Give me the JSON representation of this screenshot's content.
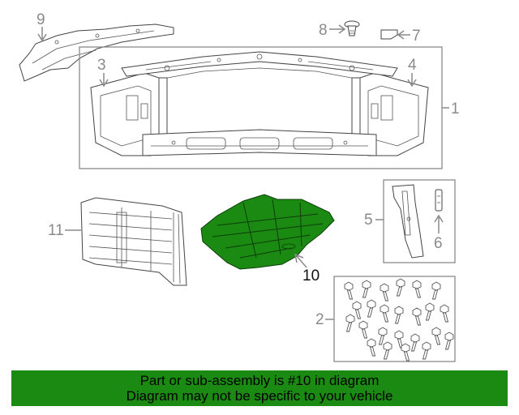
{
  "callouts": {
    "c1": "1",
    "c2": "2",
    "c3": "3",
    "c4": "4",
    "c5": "5",
    "c6": "6",
    "c7": "7",
    "c8": "8",
    "c9": "9",
    "c10": "10",
    "c11": "11"
  },
  "highlight_color": "#1b8a12",
  "banner": {
    "line1": "Part or sub-assembly is #10 in diagram",
    "line2": "Diagram may not be specific to your vehicle"
  }
}
